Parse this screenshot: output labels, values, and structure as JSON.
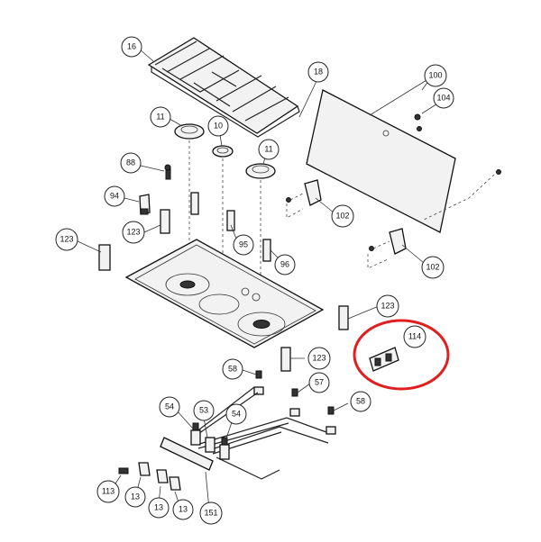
{
  "callouts": [
    {
      "id": "c16",
      "label": "16"
    },
    {
      "id": "c18",
      "label": "18"
    },
    {
      "id": "c100",
      "label": "100"
    },
    {
      "id": "c104",
      "label": "104"
    },
    {
      "id": "c11a",
      "label": "11"
    },
    {
      "id": "c10",
      "label": "10"
    },
    {
      "id": "c11b",
      "label": "11"
    },
    {
      "id": "c88",
      "label": "88"
    },
    {
      "id": "c94",
      "label": "94"
    },
    {
      "id": "c123a",
      "label": "123"
    },
    {
      "id": "c123b",
      "label": "123"
    },
    {
      "id": "c95",
      "label": "95"
    },
    {
      "id": "c96",
      "label": "96"
    },
    {
      "id": "c102a",
      "label": "102"
    },
    {
      "id": "c102b",
      "label": "102"
    },
    {
      "id": "c123c",
      "label": "123"
    },
    {
      "id": "c114",
      "label": "114"
    },
    {
      "id": "c123d",
      "label": "123"
    },
    {
      "id": "c58a",
      "label": "58"
    },
    {
      "id": "c57",
      "label": "57"
    },
    {
      "id": "c58b",
      "label": "58"
    },
    {
      "id": "c54a",
      "label": "54"
    },
    {
      "id": "c53",
      "label": "53"
    },
    {
      "id": "c54b",
      "label": "54"
    },
    {
      "id": "c113",
      "label": "113"
    },
    {
      "id": "c13a",
      "label": "13"
    },
    {
      "id": "c13b",
      "label": "13"
    },
    {
      "id": "c13c",
      "label": "13"
    },
    {
      "id": "c151",
      "label": "151"
    }
  ],
  "highlight_color": "#e02020"
}
